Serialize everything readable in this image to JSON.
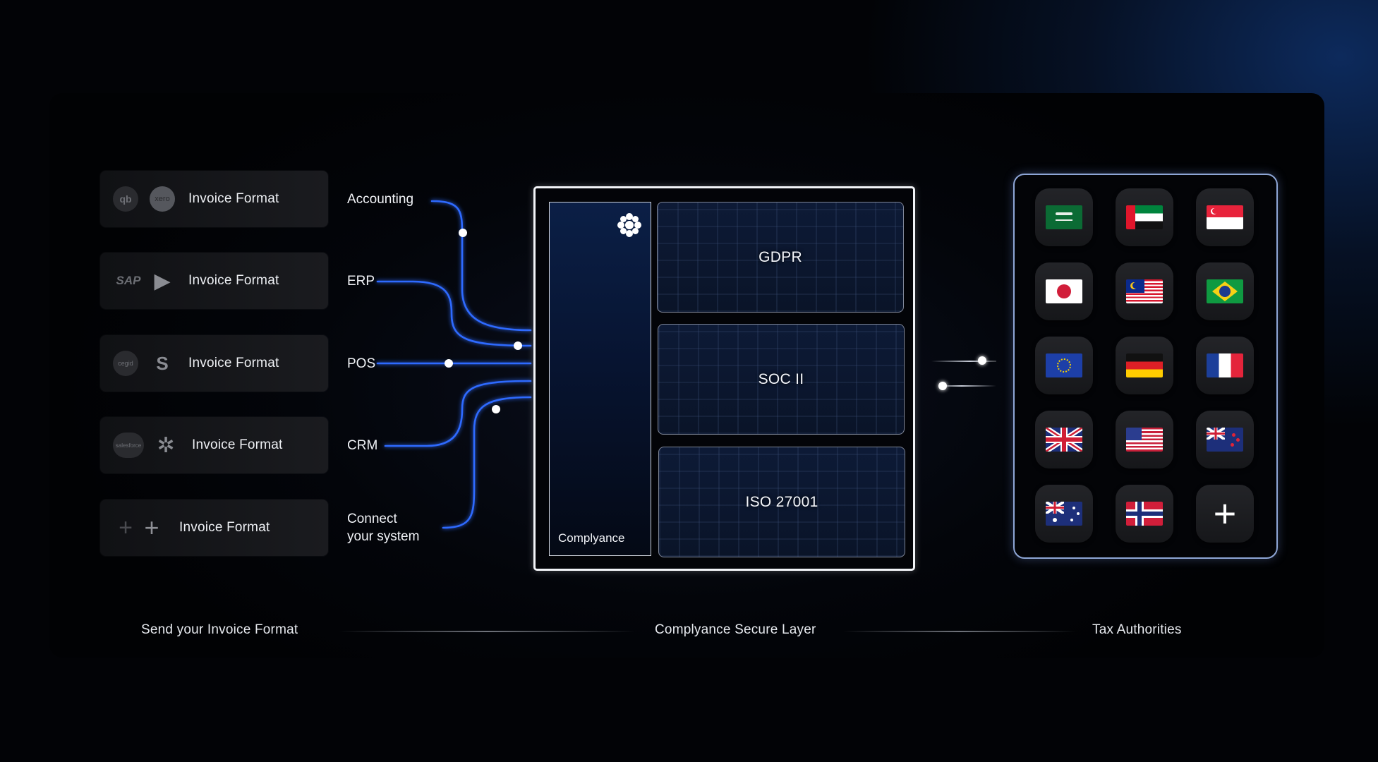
{
  "sources": [
    {
      "logo1": "qb",
      "logo2": "xero",
      "label": "Invoice Format"
    },
    {
      "logo1": "SAP",
      "logo2": "▶",
      "label": "Invoice Format"
    },
    {
      "logo1": "cegid",
      "logo2": "S",
      "label": "Invoice Format"
    },
    {
      "logo1": "salesforce",
      "logo2": "✲",
      "label": "Invoice Format"
    },
    {
      "logo1": "+",
      "logo2": "+",
      "label": "Invoice Format"
    }
  ],
  "categories": [
    "Accounting",
    "ERP",
    "POS",
    "CRM",
    "Connect\nyour system"
  ],
  "core": {
    "column_label": "Complyance",
    "cards": [
      "GDPR",
      "SOC II",
      "ISO 27001"
    ]
  },
  "authorities": {
    "flags": [
      "saudi-arabia",
      "uae",
      "singapore",
      "japan",
      "malaysia",
      "brazil",
      "european-union",
      "germany",
      "france",
      "united-kingdom",
      "united-states",
      "new-zealand",
      "australia",
      "norway"
    ],
    "add_label": "+"
  },
  "footer": {
    "left": "Send your Invoice Format",
    "center": "Complyance Secure Layer",
    "right": "Tax Authorities"
  },
  "colors": {
    "wire": "#2f6bff",
    "wire_glow": "#1a4fd6",
    "panel_border": "#8ea6d6",
    "accent_bg": "#0d2a5c"
  }
}
